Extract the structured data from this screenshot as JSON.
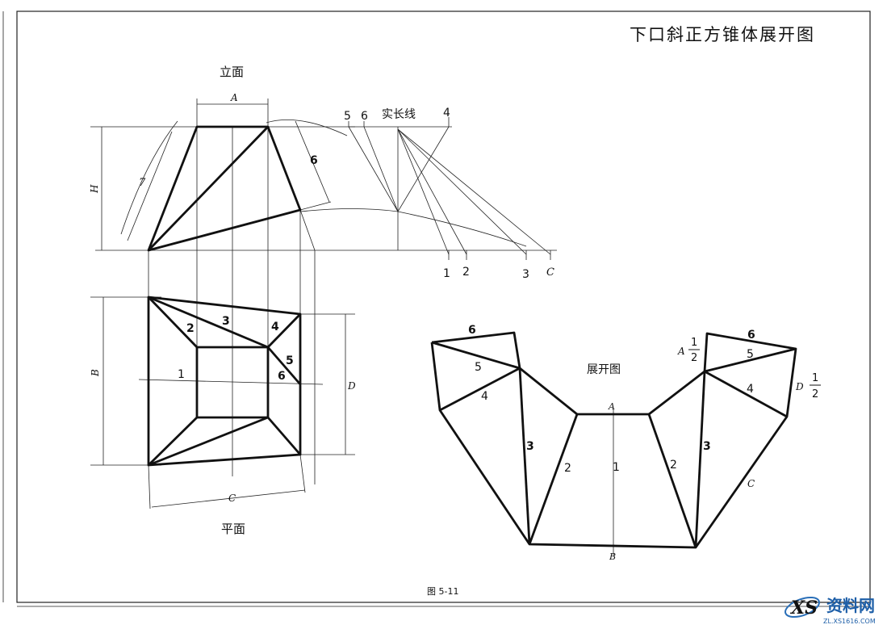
{
  "title": "下口斜正方锥体展开图",
  "views": {
    "elevation": "立面",
    "plan": "平面",
    "development": "展开图",
    "true_length": "实长线"
  },
  "caption": "图 5-11",
  "elevation_labels": {
    "A": "A",
    "H": "H",
    "seven": "7",
    "six": "6"
  },
  "true_length_labels": {
    "top_5": "5",
    "top_6": "6",
    "top_4": "4",
    "bottom_1": "1",
    "bottom_2": "2",
    "bottom_3": "3",
    "bottom_C": "C"
  },
  "plan_labels": {
    "B": "B",
    "C": "C",
    "D": "D",
    "one": "1",
    "two": "2",
    "three": "3",
    "four": "4",
    "five": "5",
    "six": "6"
  },
  "development_labels": {
    "A_mid": "A",
    "B_mid": "B",
    "one": "1",
    "two_left": "2",
    "three_left": "3",
    "four_left": "4",
    "five_left": "5",
    "six_left": "6",
    "two_right": "2",
    "three_right": "3",
    "four_right": "4",
    "five_right": "5",
    "six_right": "6",
    "A_side": "A",
    "half_num_left": "1",
    "half_den_left": "2",
    "D_side": "D",
    "half_num_right": "1",
    "half_den_right": "2",
    "C_side": "C"
  },
  "watermark": {
    "brand": "资料网",
    "url": "ZL.XS1616.COM"
  }
}
